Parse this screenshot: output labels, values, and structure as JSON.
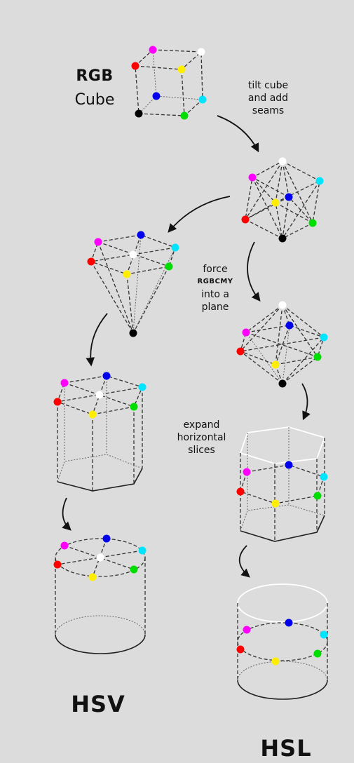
{
  "labels": {
    "rgb_title": "RGB",
    "rgb_subtitle": "Cube",
    "tilt_line1": "tilt cube",
    "tilt_line2": "and add",
    "tilt_line3": "seams",
    "force_line1": "force",
    "force_line2": "RGBCMY",
    "force_line3": "into a",
    "force_line4": "plane",
    "expand_line1": "expand",
    "expand_line2": "horizontal",
    "expand_line3": "slices",
    "hsv": "HSV",
    "hsl": "HSL"
  },
  "colors": {
    "background": "#dcdcdc",
    "red": "#ff0000",
    "green": "#00dd00",
    "blue": "#0000ee",
    "cyan": "#00e5ff",
    "magenta": "#ff00ff",
    "yellow": "#ffee00",
    "white": "#ffffff",
    "black": "#000000"
  }
}
